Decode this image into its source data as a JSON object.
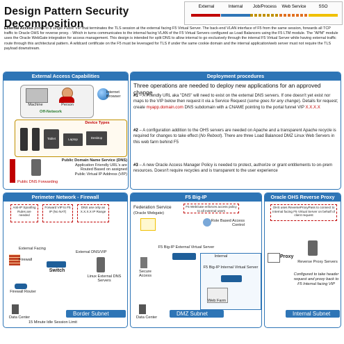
{
  "title": "Design Pattern Security Decomposition",
  "legend": {
    "items": [
      {
        "label": "External",
        "color": "#c00000"
      },
      {
        "label": "Internal",
        "color": "#2e75b6"
      },
      {
        "label": "Job/Process",
        "color": "#c09000"
      },
      {
        "label": "Web Service",
        "color": "#e07020"
      },
      {
        "label": "SSO",
        "color": "#f0c000"
      }
    ]
  },
  "intro": {
    "lead": "External Access",
    "text": " points to a single Public VIP that terminates the TLS session at the external facing F5 Virtual Server. The back-end VLAN interface of F5 from the same session, forwards all TCP traffic to Oracle OHS for reverse proxy. - Which in turns communicates to the internal facing VLAN of the F5 Virtual Servers configured as Load Balancers using the F5 LTM module. The \"APM\" module uses the Oracle WebGate integration for access management. This design is intended for split DNS to allow internal to go exclusively through the internal F5 Virtual Server while having external traffic route through this architectural pattern. A wildcard certificate on the F5 must be leveraged for TLS if under the same cookie domain and the internal application/web server must not require the TLS payload downstream."
  },
  "external_access": {
    "title": "External Access Capabilities",
    "machine": "Machine",
    "person": "Person",
    "off_network": "Off-Network",
    "internet_browser": "Internet Browser",
    "device_types": "Device Types",
    "devices": [
      "Android",
      "iPhone",
      "Tablet",
      "Laptop",
      "Desktop"
    ],
    "public_dns_title": "Public Domain Name Service (DNS)",
    "public_dns_lines": [
      "Application Friendly URL's are",
      "Routed Based on assigned",
      "Public Virtual IP Address (VIP)"
    ],
    "public_dns_forwarding": "Public DNS Forwarding"
  },
  "deployment": {
    "title": "Deployment procedures",
    "heading": "Three operations are needed to deploy new applications for an approved change",
    "step1_num": "#1",
    "step1_a": " – A Friendly URL aka \"DNS\" will need to exist on the external DNS servers. If one doesn't yet exist nor maps to the VIP below then request it via a Service Request (",
    "step1_em": "some goes for any change",
    "step1_b": "). Details for request; create ",
    "step1_domain": "myapp.domain.com",
    "step1_c": " DNS subdomain with a CNAME pointing to the portal funnel VIP ",
    "step1_vip": "X.X.X.X",
    "step2_num": "#2",
    "step2_a": " – A configuration addition to the OHS servers are needed on Apache and a transparent Apache recycle is required for changes to take effect (",
    "step2_em": "No Reboot",
    "step2_b": "). There are three Load Balanced DMZ Linux Web Servers in this web farm behind F5",
    "step3_num": "#3",
    "step3_a": " – A new Oracle Access Manager Policy is needed to protect, authorize or grant entitlements to on-prem resources. Doesn't require recycles and is transparent to the user experience"
  },
  "perimeter": {
    "title": "Perimeter Network - Firewall",
    "notes": [
      "Anti-IP Spoofing Rules are needed",
      "Forward VIP to F5 IP (No NAT)",
      "DNS use only an X.X.X.X IP Range"
    ],
    "external_facing": "External Facing",
    "firewall": "Firewall",
    "switch": "Switch",
    "external_dns_vip": "External DNS/VIP",
    "linux_dns": "Linux External DNS Servers",
    "firewall_router": "Firewall Router",
    "data_center": "Data Center",
    "session_limit": "15 Minute Idle Session Limit",
    "subnet": "Border Subnet"
  },
  "f5": {
    "title": "F5 Big-IP",
    "federation": "Federation Service",
    "webgate": "(Oracle Webgate)",
    "webgate_note": "F5 WebGate enforces access policy to all external users",
    "role_based": "Role Based Access Control",
    "external_vs": "F5 Big-IP External Virtual Server",
    "secure_access": "Secure Access",
    "data_center": "Data Center",
    "subnet": "DMZ Subnet"
  },
  "internal": {
    "label": "Internal",
    "internal_vs": "F5 Big-IP Internal Virtual Server",
    "web_farm": "Web Farm"
  },
  "ohs": {
    "title": "Oracle OHS Reverse Proxy",
    "note": "OHS uses ReverseProxyPass to connect to Internal facing F5 Virtual Server on behalf of client request",
    "proxy": "Proxy",
    "reverse_proxy_servers": "Reverse Proxy Servers",
    "configured": "Configured to take header request and proxy back to F5 Internal facing VIP",
    "subnet": "Internal Subnet"
  }
}
